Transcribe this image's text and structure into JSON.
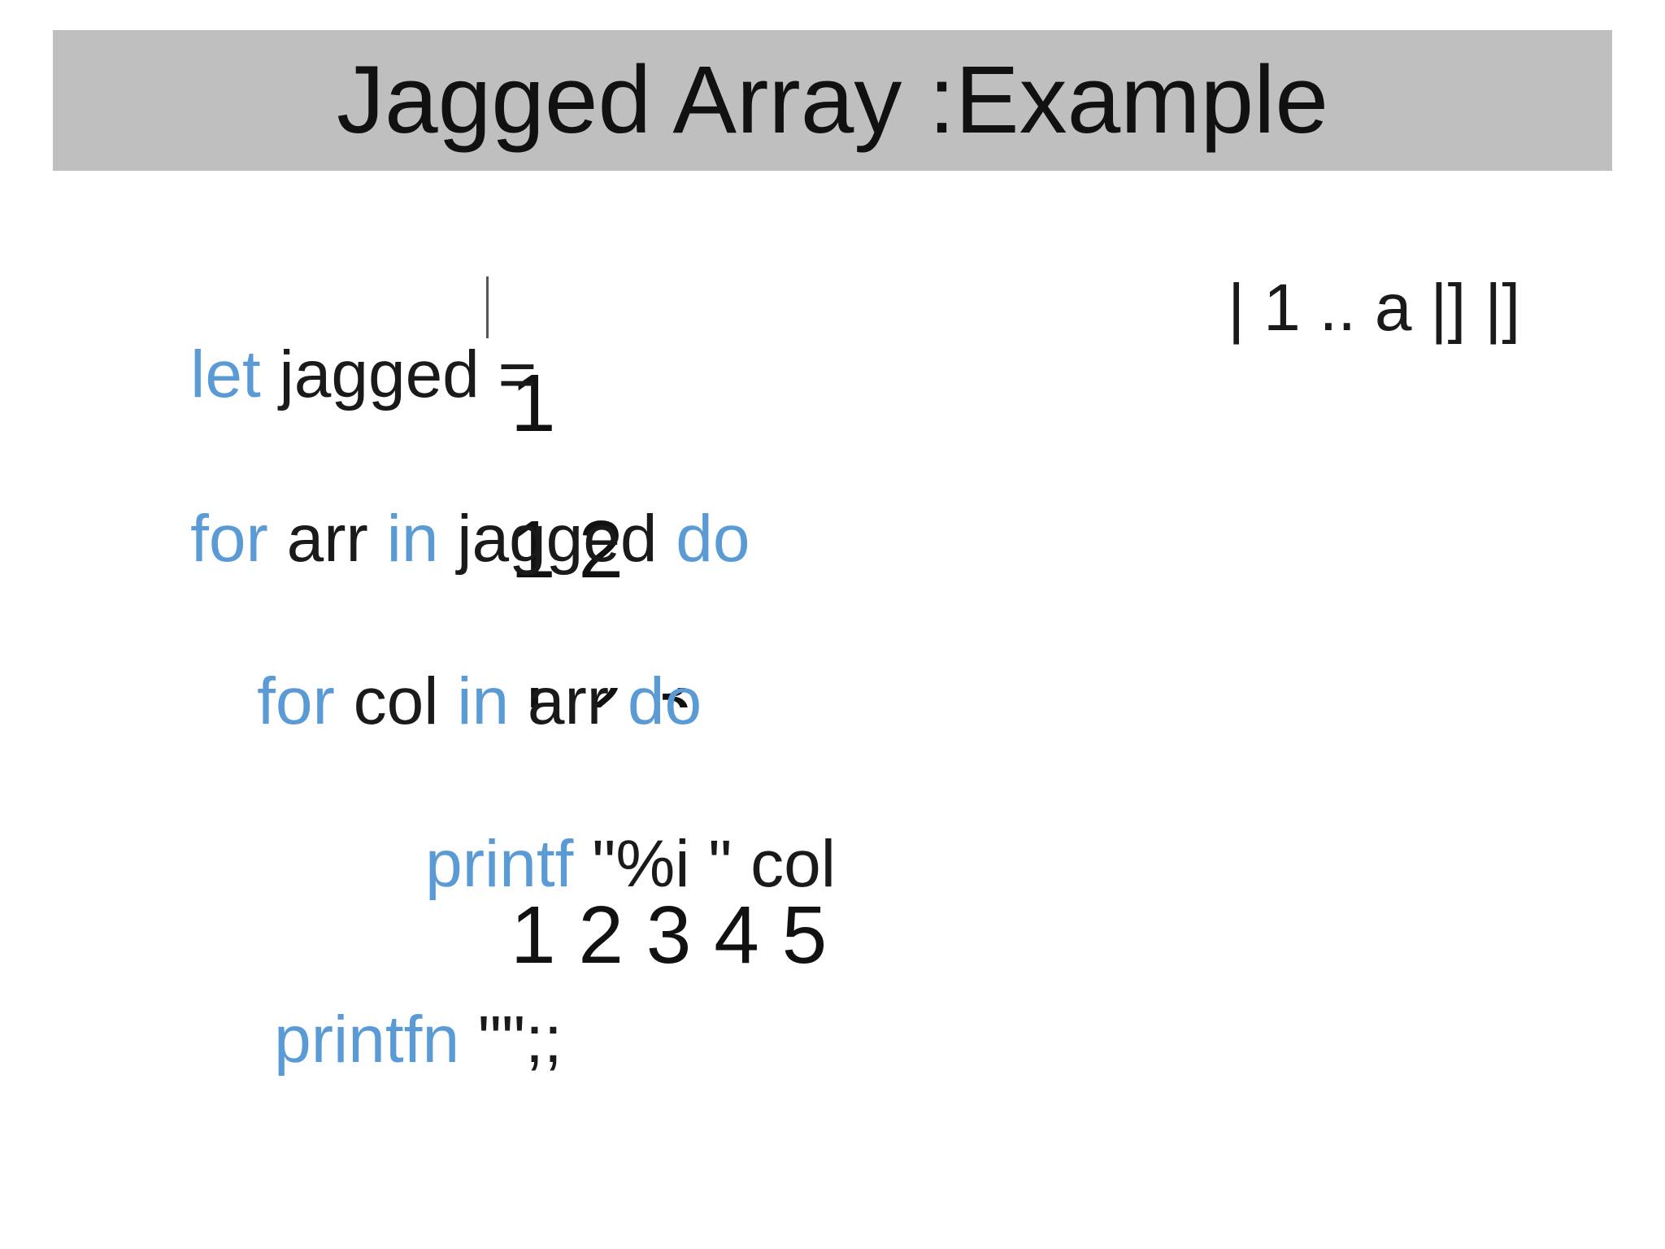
{
  "slide": {
    "title": "Jagged Array :Example"
  },
  "code": {
    "line1": {
      "kw_let": "let",
      "rest": " jagged = ",
      "right": "| 1 .. a |] |]"
    },
    "line2": {
      "kw_for": "for",
      "var": " arr ",
      "kw_in": "in",
      "target": " jagged ",
      "kw_do": "do"
    },
    "line3": {
      "kw_for": "for",
      "var": " col ",
      "kw_in": "in",
      "target": " arr ",
      "kw_do": "do"
    },
    "line4": {
      "kw_printf": "printf",
      "rest": " \"%i \" col"
    },
    "line5": {
      "kw_printfn": "printfn",
      "rest": " \"\";;"
    }
  },
  "output": {
    "row1": "1",
    "row2": "1 2",
    "row3": "1 2 3",
    "row5": "1 2 3 4 5"
  },
  "colors": {
    "keyword": "#5b9bd5",
    "title_bar": "#bfbfbf",
    "text": "#1a1a1a"
  }
}
